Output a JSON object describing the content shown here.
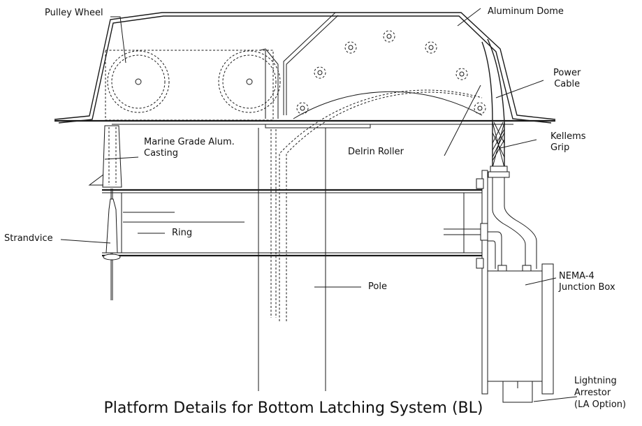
{
  "labels": {
    "pulley_wheel": "Pulley Wheel",
    "aluminum_dome": "Aluminum Dome",
    "power_cable_line1": "Power",
    "power_cable_line2": "Cable",
    "marine_casting_line1": "Marine Grade Alum.",
    "marine_casting_line2": "Casting",
    "delrin_roller": "Delrin Roller",
    "kellems_grip_line1": "Kellems",
    "kellems_grip_line2": "Grip",
    "ring": "Ring",
    "strandvice": "Strandvice",
    "pole": "Pole",
    "junction_box_line1": "NEMA-4",
    "junction_box_line2": "Junction Box",
    "lightning_line1": "Lightning",
    "lightning_line2": "Arrestor",
    "lightning_line3": "(LA Option)"
  },
  "caption": "Platform Details for Bottom Latching System (BL)"
}
